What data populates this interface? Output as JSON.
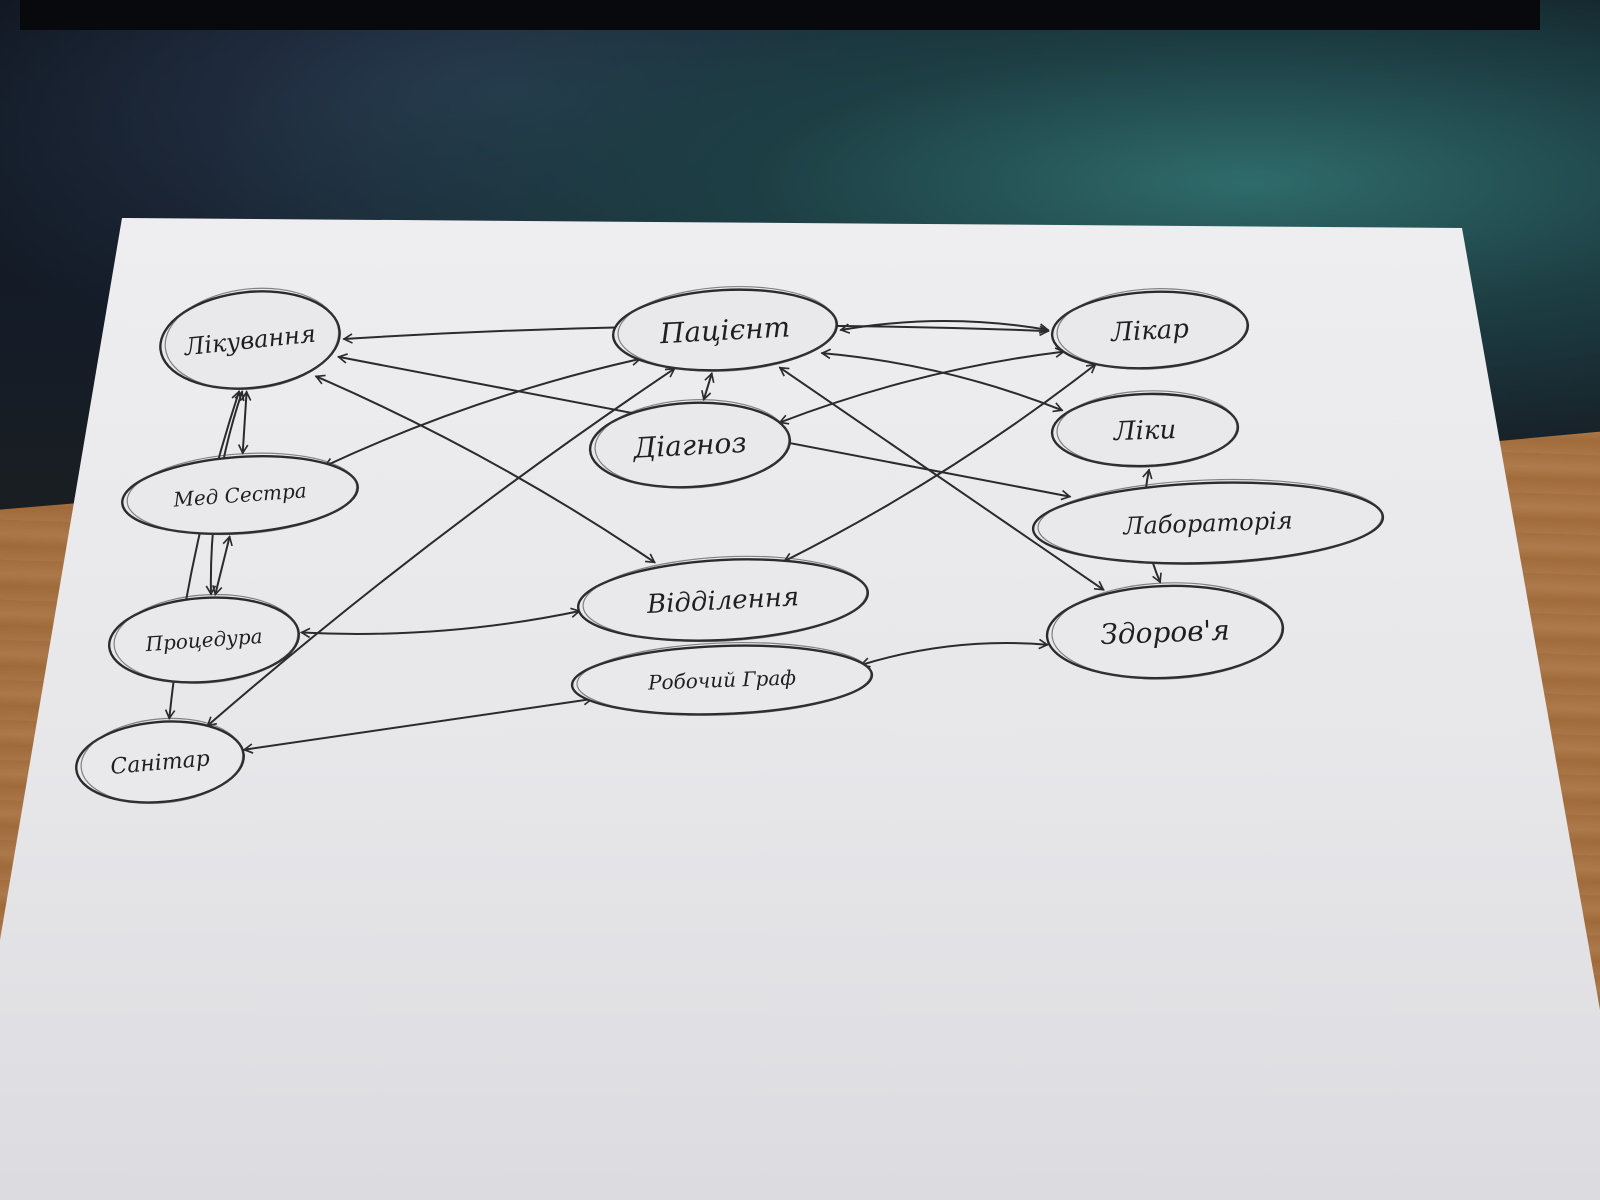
{
  "diagram": {
    "nodes": [
      {
        "id": "likuvannia",
        "label": "Лікування"
      },
      {
        "id": "patsiient",
        "label": "Пацієнт"
      },
      {
        "id": "likar",
        "label": "Лікар"
      },
      {
        "id": "diahnoz",
        "label": "Діагноз"
      },
      {
        "id": "liky",
        "label": "Ліки"
      },
      {
        "id": "medsestra",
        "label": "Мед Сестра"
      },
      {
        "id": "laboratoriia",
        "label": "Лабораторія"
      },
      {
        "id": "viddilennia",
        "label": "Відділення"
      },
      {
        "id": "zdorovia",
        "label": "Здоров'я"
      },
      {
        "id": "protsedura",
        "label": "Процедура"
      },
      {
        "id": "robochyi-hrafik",
        "label": "Робочий Граф"
      },
      {
        "id": "sanitar",
        "label": "Санітар"
      }
    ],
    "edges": [
      {
        "from": "patsiient",
        "to": "likar"
      },
      {
        "from": "patsiient",
        "to": "diahnoz"
      },
      {
        "from": "likar",
        "to": "diahnoz"
      },
      {
        "from": "patsiient",
        "to": "liky"
      },
      {
        "from": "patsiient",
        "to": "zdorovia"
      },
      {
        "from": "liky",
        "to": "zdorovia"
      },
      {
        "from": "likuvannia",
        "to": "likar"
      },
      {
        "from": "likuvannia",
        "to": "medsestra"
      },
      {
        "from": "likuvannia",
        "to": "sanitar"
      },
      {
        "from": "likuvannia",
        "to": "viddilennia"
      },
      {
        "from": "likuvannia",
        "to": "laboratoriia"
      },
      {
        "from": "likuvannia",
        "to": "protsedura"
      },
      {
        "from": "medsestra",
        "to": "patsiient"
      },
      {
        "from": "medsestra",
        "to": "protsedura"
      },
      {
        "from": "protsedura",
        "to": "viddilennia"
      },
      {
        "from": "sanitar",
        "to": "patsiient"
      },
      {
        "from": "sanitar",
        "to": "robochyi-hrafik"
      },
      {
        "from": "viddilennia",
        "to": "likar"
      },
      {
        "from": "robochyi-hrafik",
        "to": "zdorovia"
      }
    ]
  }
}
